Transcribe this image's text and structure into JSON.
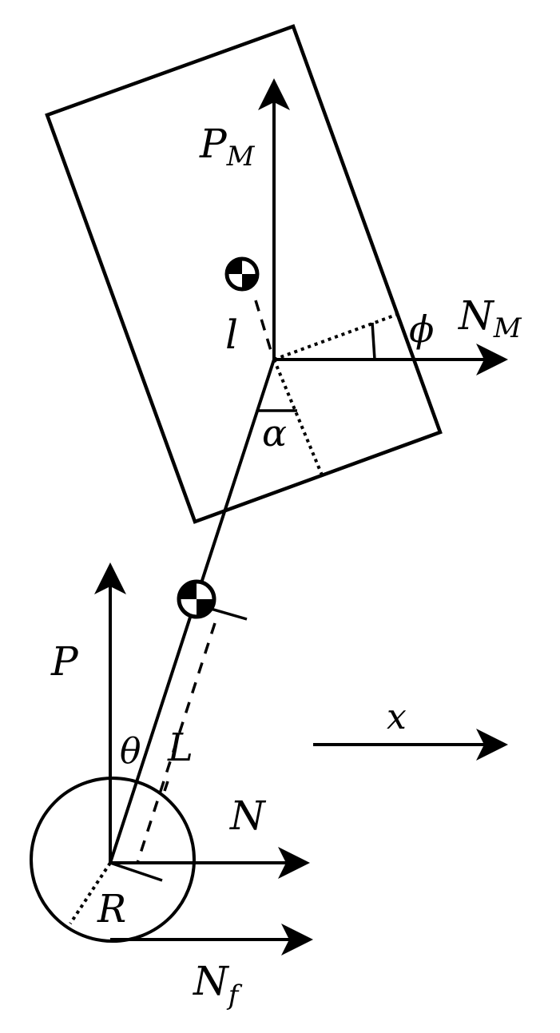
{
  "diagram": {
    "type": "free-body diagram",
    "stroke_color": "#000000",
    "background_color": "#ffffff",
    "labels": {
      "P_M": {
        "main": "P",
        "sub": "M"
      },
      "N_M": {
        "main": "N",
        "sub": "M"
      },
      "l": "l",
      "phi": "ϕ",
      "alpha": "α",
      "P": "P",
      "theta": "θ",
      "L": "L",
      "x": "x",
      "N": "N",
      "R": "R",
      "N_f": {
        "main": "N",
        "sub": "f"
      }
    },
    "elements": [
      {
        "name": "body-rectangle",
        "kind": "tilted rectangle"
      },
      {
        "name": "rod",
        "kind": "line from wheel center to pivot"
      },
      {
        "name": "wheel",
        "kind": "circle"
      },
      {
        "name": "center-of-mass-body",
        "kind": "CoM symbol"
      },
      {
        "name": "center-of-mass-rod",
        "kind": "CoM symbol"
      }
    ]
  }
}
